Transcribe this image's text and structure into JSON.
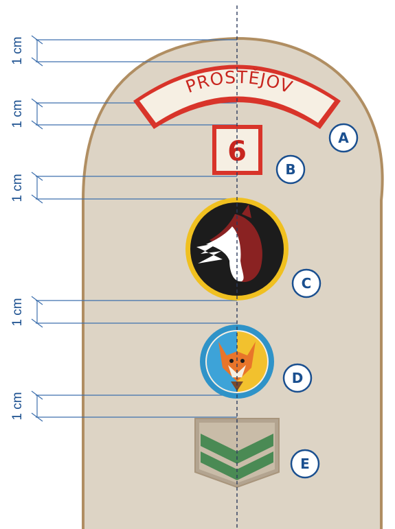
{
  "colors": {
    "sleeve_fill": "#ddd4c5",
    "sleeve_border": "#b08e62",
    "accent_red": "#d8342a",
    "patch_cream": "#f6efe3",
    "callout_blue": "#1a4f8f",
    "dimension_blue": "#3d6fad",
    "badge_gold": "#f0c020",
    "badge_dark": "#1c1c1c",
    "badge_fox_ring": "#2f93c8",
    "chevron_border": "#a8957c",
    "chevron_green": "#4a8a54"
  },
  "badges": {
    "town_name": "PROSTĚJOV",
    "unit_number": "6"
  },
  "callouts": {
    "a": "A",
    "b": "B",
    "c": "C",
    "d": "D",
    "e": "E"
  },
  "dimensions": {
    "spacing_label": "1 cm"
  },
  "icons": {
    "horse_badge": "horse-head-icon",
    "fox_badge": "fox-icon",
    "chevron": "chevron-rank-icon"
  }
}
